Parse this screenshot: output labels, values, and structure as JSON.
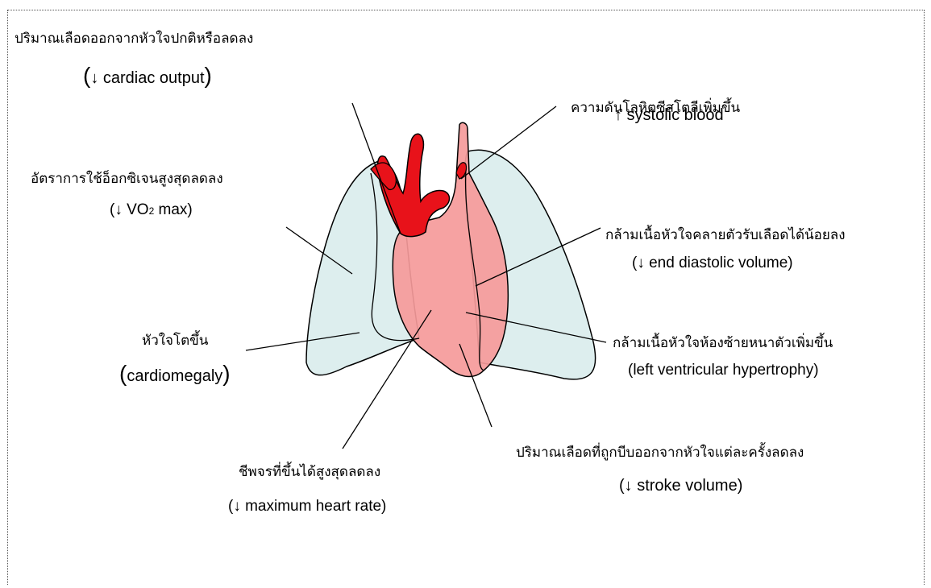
{
  "labels": {
    "cardiac_output": {
      "thai": "ปริมาณเลือดออกจากหัวใจปกติหรือลดลง",
      "english_open": "(",
      "english": "↓ cardiac output",
      "english_close": ")"
    },
    "systolic": {
      "thai": "ความดันโลหิตซีสโตลีเพิ่มขึ้น",
      "english": "↑ systolic blood"
    },
    "vo2": {
      "thai": "อัตราการใช้อ็อกซิเจนสูงสุดลดลง",
      "english_pre": "(↓ VO",
      "english_sub": "2",
      "english_post": " max)"
    },
    "diastolic": {
      "thai": "กล้ามเนื้อหัวใจคลายตัวรับเลือดได้น้อยลง",
      "english": "(↓ end diastolic volume)"
    },
    "cardiomegaly": {
      "thai": "หัวใจโตขึ้น",
      "english_open": "(",
      "english": "cardiomegaly",
      "english_close": ")"
    },
    "lvh": {
      "thai": "กล้ามเนื้อหัวใจห้องซ้ายหนาตัวเพิ่มขึ้น",
      "english": "(left ventricular hypertrophy)"
    },
    "stroke": {
      "thai": "ปริมาณเลือดที่ถูกบีบออกจากหัวใจแต่ละครั้งลดลง",
      "english": "(↓ stroke volume)"
    },
    "heart_rate": {
      "thai": "ชีพจรที่ขึ้นได้สูงสุดลดลง",
      "english": "(↓ maximum heart rate)"
    }
  },
  "colors": {
    "lung_fill": "#d9ecec",
    "heart_fill": "#f59a9a",
    "aorta_fill": "#e8121a",
    "outline": "#000000",
    "leader": "#000000"
  }
}
